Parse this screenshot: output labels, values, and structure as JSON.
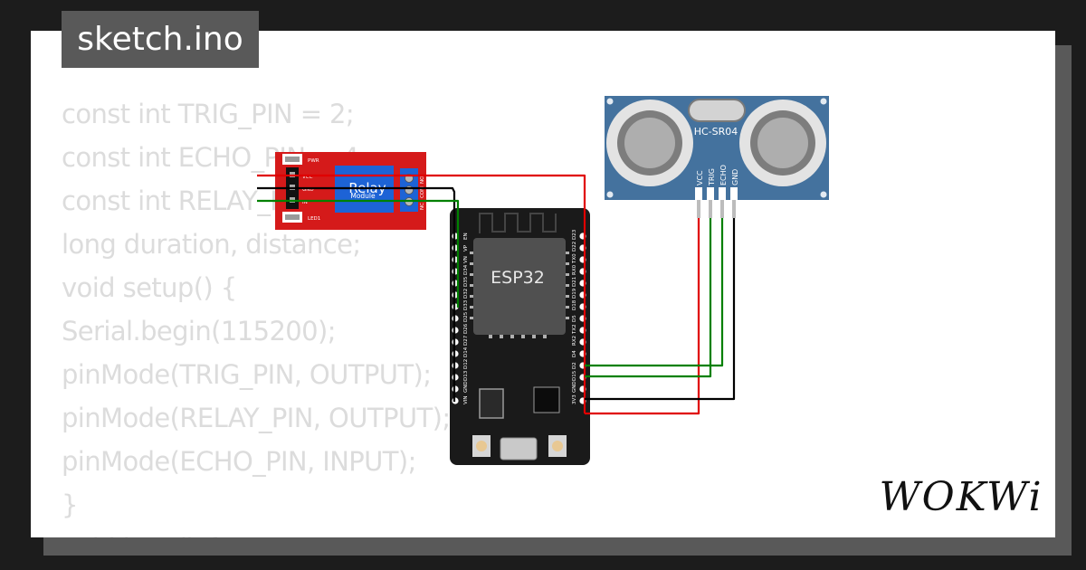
{
  "file_tab": {
    "label": "sketch.ino"
  },
  "code_lines": [
    "const int TRIG_PIN = 2;",
    "const int ECHO_PIN = 4;",
    "const int RELAY_PIN = 5;",
    "long duration, distance;",
    "void setup() {",
    "Serial.begin(115200);",
    "pinMode(TRIG_PIN, OUTPUT);",
    "pinMode(RELAY_PIN, OUTPUT);",
    "pinMode(ECHO_PIN, INPUT);",
    "}",
    "void loop() {"
  ],
  "relay": {
    "title": "Relay",
    "subtitle": "Module",
    "pins_left": [
      "PWR",
      "VCC",
      "GND",
      "IN",
      "LED1"
    ],
    "pins_right": [
      "NC",
      "COM",
      "NO"
    ]
  },
  "esp32": {
    "label": "ESP32",
    "pins_left": [
      "EN",
      "VP",
      "VN",
      "D34",
      "D35",
      "D32",
      "D33",
      "D25",
      "D26",
      "D27",
      "D14",
      "D12",
      "D13",
      "GND",
      "VIN"
    ],
    "pins_right": [
      "D23",
      "D22",
      "TX0",
      "RX0",
      "D21",
      "D19",
      "D18",
      "D5",
      "TX2",
      "RX2",
      "D4",
      "D2",
      "D15",
      "GND",
      "3V3"
    ]
  },
  "sensor": {
    "label": "HC-SR04",
    "pins": [
      "VCC",
      "TRIG",
      "ECHO",
      "GND"
    ]
  },
  "brand": {
    "logo": "WOKWi"
  },
  "colors": {
    "background": "#1c1c1c",
    "card": "#ffffff",
    "tab": "#595959",
    "code_text": "#dcdcdc",
    "relay_board": "#d51a1a",
    "relay_block": "#1d63d6",
    "esp32_board": "#1a1a1a",
    "esp32_chip": "#505050",
    "sensor_board": "#44729e",
    "wire_red": "#e00000",
    "wire_green": "#008000",
    "wire_black": "#000000"
  }
}
